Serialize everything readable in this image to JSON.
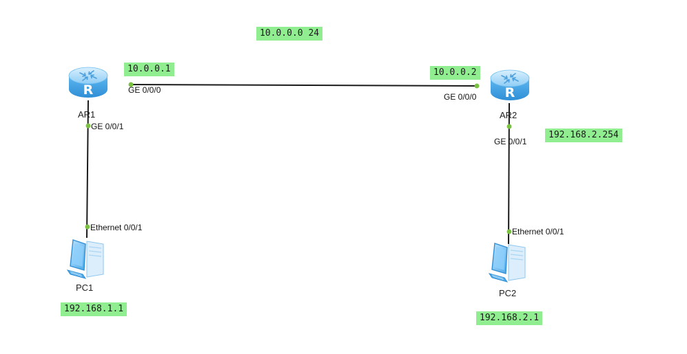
{
  "devices": {
    "ar1": {
      "name": "AR1",
      "icon": "router-icon",
      "glyph": "R"
    },
    "ar2": {
      "name": "AR2",
      "icon": "router-icon",
      "glyph": "R"
    },
    "pc1": {
      "name": "PC1",
      "icon": "pc-icon"
    },
    "pc2": {
      "name": "PC2",
      "icon": "pc-icon"
    }
  },
  "ports": {
    "ar1_ge000": "GE 0/0/0",
    "ar1_ge001": "GE 0/0/1",
    "ar2_ge000": "GE 0/0/0",
    "ar2_ge001": "GE 0/0/1",
    "pc1_eth": "Ethernet 0/0/1",
    "pc2_eth": "Ethernet 0/0/1"
  },
  "notes": {
    "link_network": "10.0.0.0 24",
    "ar1_ip": "10.0.0.1",
    "ar2_ip": "10.0.0.2",
    "ar2_lan_ip": "192.168.2.254",
    "pc1_ip": "192.168.1.1",
    "pc2_ip": "192.168.2.1"
  },
  "colors": {
    "note_bg": "#90ee90",
    "link": "#1a1a1a",
    "port_dot": "#7cc242",
    "router_body": "#4aa8e8",
    "pc_body": "#5fb3ef"
  }
}
